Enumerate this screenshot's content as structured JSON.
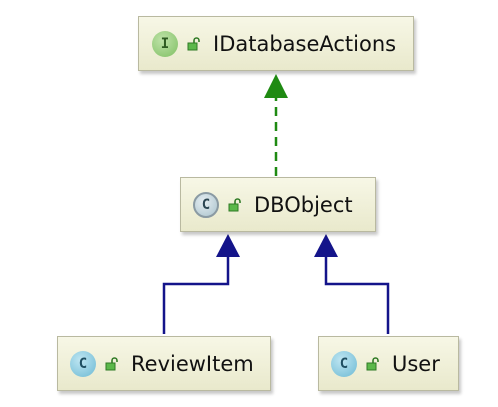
{
  "nodes": {
    "idatabaseactions": {
      "label": "IDatabaseActions",
      "kind_letter": "I",
      "kind": "interface",
      "icon": "interface-icon"
    },
    "dbobject": {
      "label": "DBObject",
      "kind_letter": "C",
      "kind": "abstract-class",
      "icon": "abstract-class-icon"
    },
    "reviewitem": {
      "label": "ReviewItem",
      "kind_letter": "C",
      "kind": "class",
      "icon": "class-icon"
    },
    "user": {
      "label": "User",
      "kind_letter": "C",
      "kind": "class",
      "icon": "class-icon"
    }
  },
  "edges": [
    {
      "from": "dbobject",
      "to": "idatabaseactions",
      "type": "implements",
      "style": "dashed",
      "color": "#1f8a12"
    },
    {
      "from": "reviewitem",
      "to": "dbobject",
      "type": "extends",
      "style": "solid",
      "color": "#14148a"
    },
    {
      "from": "user",
      "to": "dbobject",
      "type": "extends",
      "style": "solid",
      "color": "#14148a"
    }
  ],
  "colors": {
    "node_fill_top": "#f7f7e6",
    "node_fill_bottom": "#e9e9cc",
    "node_border": "#b9b9a0",
    "implements_color": "#1f8a12",
    "extends_color": "#14148a"
  }
}
